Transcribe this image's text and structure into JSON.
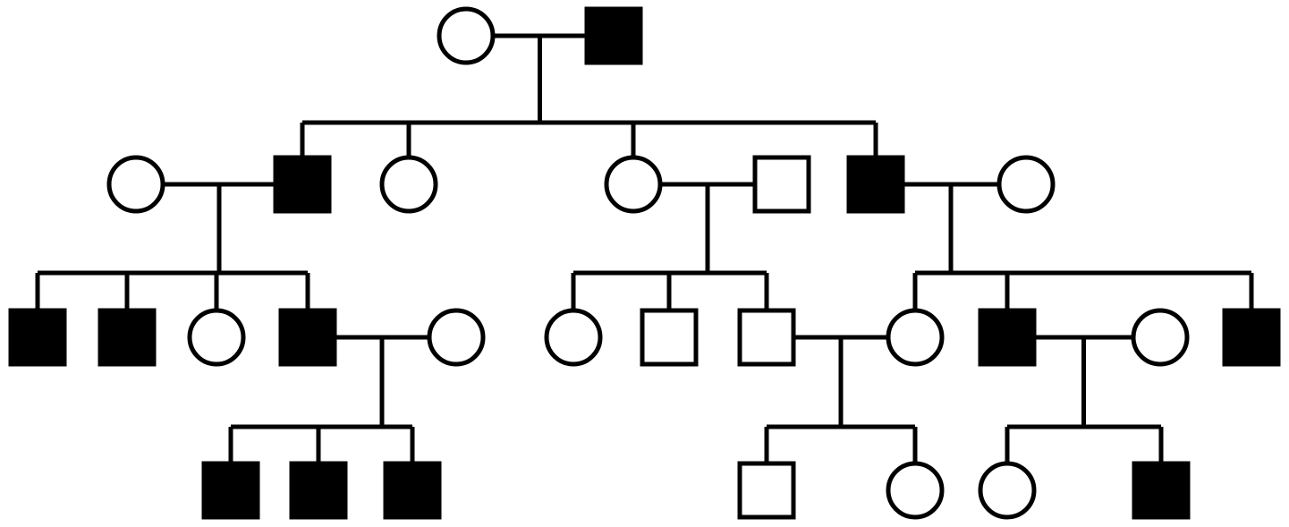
{
  "diagram": {
    "type": "pedigree",
    "colors": {
      "line": "#000000",
      "affected": "#000000",
      "unaffected": "#ffffff"
    },
    "generations": [
      {
        "generation": 1,
        "individuals": [
          {
            "id": "g1-1",
            "sex": "female",
            "affected": false
          },
          {
            "id": "g1-2",
            "sex": "male",
            "affected": true
          }
        ]
      },
      {
        "generation": 2,
        "individuals": [
          {
            "id": "g2-1",
            "sex": "female",
            "affected": false
          },
          {
            "id": "g2-2",
            "sex": "male",
            "affected": true
          },
          {
            "id": "g2-3",
            "sex": "female",
            "affected": false
          },
          {
            "id": "g2-4",
            "sex": "female",
            "affected": false
          },
          {
            "id": "g2-5",
            "sex": "male",
            "affected": false
          },
          {
            "id": "g2-6",
            "sex": "male",
            "affected": true
          },
          {
            "id": "g2-7",
            "sex": "female",
            "affected": false
          }
        ]
      },
      {
        "generation": 3,
        "individuals": [
          {
            "id": "g3-1",
            "sex": "male",
            "affected": true
          },
          {
            "id": "g3-2",
            "sex": "male",
            "affected": true
          },
          {
            "id": "g3-3",
            "sex": "female",
            "affected": false
          },
          {
            "id": "g3-4",
            "sex": "male",
            "affected": true
          },
          {
            "id": "g3-5",
            "sex": "female",
            "affected": false
          },
          {
            "id": "g3-6",
            "sex": "female",
            "affected": false
          },
          {
            "id": "g3-7",
            "sex": "male",
            "affected": false
          },
          {
            "id": "g3-8",
            "sex": "male",
            "affected": false
          },
          {
            "id": "g3-9",
            "sex": "female",
            "affected": false
          },
          {
            "id": "g3-10",
            "sex": "male",
            "affected": true
          },
          {
            "id": "g3-11",
            "sex": "female",
            "affected": false
          },
          {
            "id": "g3-12",
            "sex": "male",
            "affected": true
          }
        ]
      },
      {
        "generation": 4,
        "individuals": [
          {
            "id": "g4-1",
            "sex": "male",
            "affected": true
          },
          {
            "id": "g4-2",
            "sex": "male",
            "affected": true
          },
          {
            "id": "g4-3",
            "sex": "male",
            "affected": true
          },
          {
            "id": "g4-4",
            "sex": "male",
            "affected": false
          },
          {
            "id": "g4-5",
            "sex": "female",
            "affected": false
          },
          {
            "id": "g4-6",
            "sex": "female",
            "affected": false
          },
          {
            "id": "g4-7",
            "sex": "male",
            "affected": true
          }
        ]
      }
    ],
    "unions": [
      {
        "partners": [
          "g1-1",
          "g1-2"
        ],
        "children": [
          "g2-2",
          "g2-3",
          "g2-4",
          "g2-6"
        ]
      },
      {
        "partners": [
          "g2-1",
          "g2-2"
        ],
        "children": [
          "g3-1",
          "g3-2",
          "g3-3",
          "g3-4"
        ]
      },
      {
        "partners": [
          "g2-4",
          "g2-5"
        ],
        "children": [
          "g3-6",
          "g3-7",
          "g3-8"
        ]
      },
      {
        "partners": [
          "g2-6",
          "g2-7"
        ],
        "children": [
          "g3-9",
          "g3-10",
          "g3-12"
        ]
      },
      {
        "partners": [
          "g3-4",
          "g3-5"
        ],
        "children": [
          "g4-1",
          "g4-2",
          "g4-3"
        ]
      },
      {
        "partners": [
          "g3-8",
          "g3-9"
        ],
        "children": [
          "g4-4",
          "g4-5"
        ]
      },
      {
        "partners": [
          "g3-10",
          "g3-11"
        ],
        "children": [
          "g4-6",
          "g4-7"
        ]
      }
    ]
  }
}
